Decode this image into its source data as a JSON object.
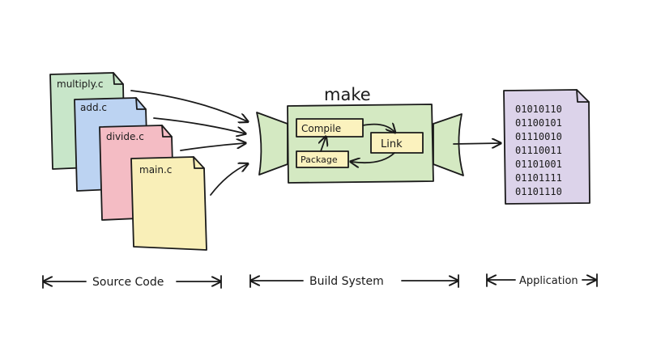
{
  "source_files": [
    {
      "name": "multiply.c",
      "color": "#c8e6c9"
    },
    {
      "name": "add.c",
      "color": "#bcd3f2"
    },
    {
      "name": "divide.c",
      "color": "#f4bcc4"
    },
    {
      "name": "main.c",
      "color": "#f9efb8"
    }
  ],
  "build": {
    "title": "make",
    "body_color": "#d4e9c2",
    "steps": {
      "compile": "Compile",
      "link": "Link",
      "package": "Package"
    },
    "step_color": "#fbf2be"
  },
  "output": {
    "color": "#dcd3ea",
    "binary_lines": [
      "01010110",
      "01100101",
      "01110010",
      "01110011",
      "01101001",
      "01101111",
      "01101110"
    ]
  },
  "sections": {
    "source_code": "Source Code",
    "build_system": "Build System",
    "application": "Application"
  }
}
